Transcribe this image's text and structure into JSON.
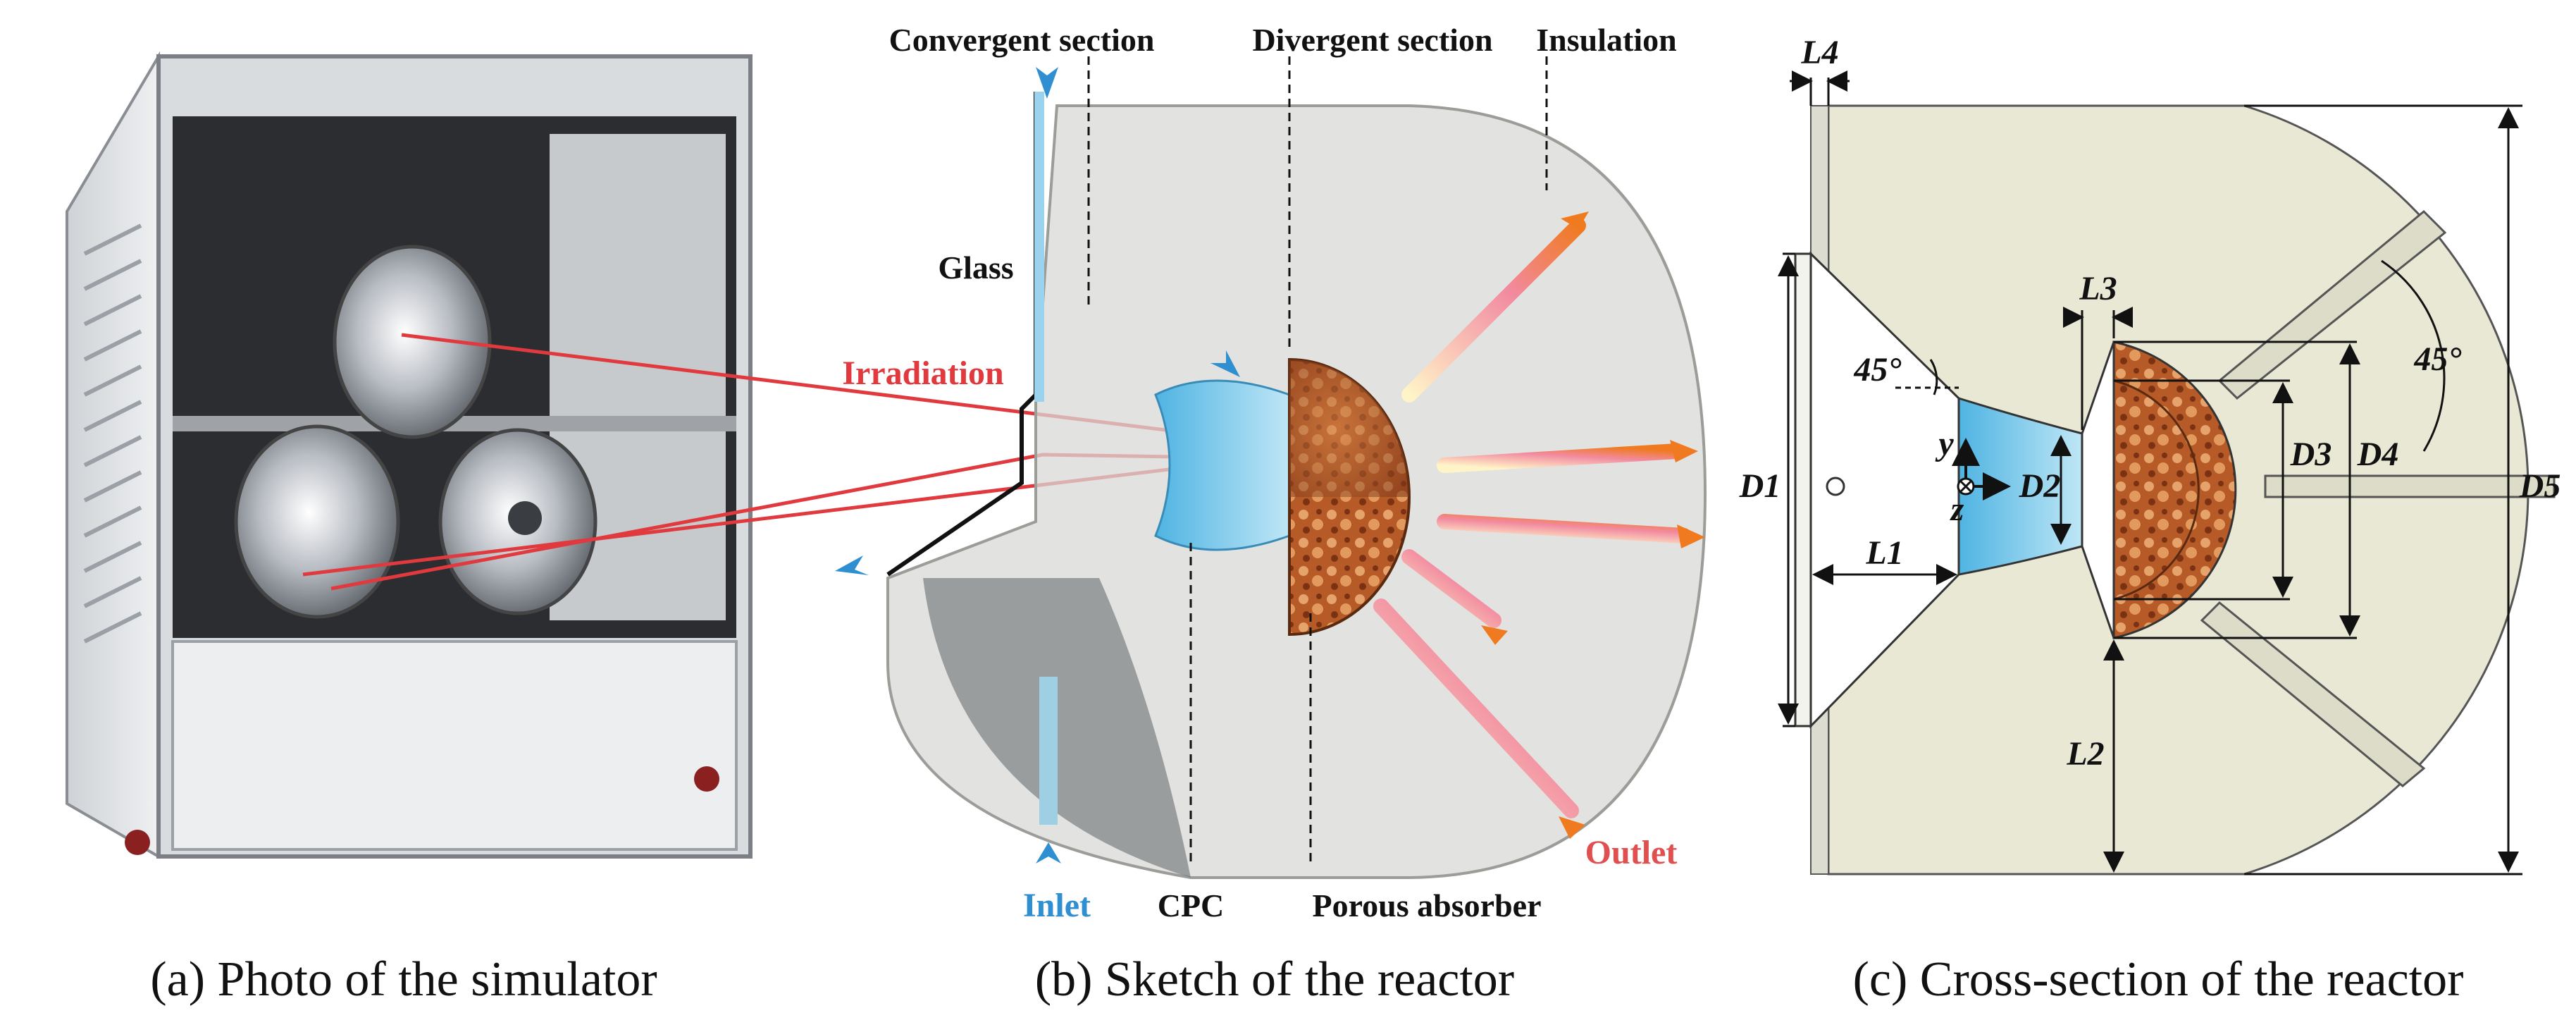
{
  "panel_a": {
    "caption": "(a) Photo of the simulator"
  },
  "panel_b": {
    "caption": "(b) Sketch of the reactor",
    "labels": {
      "convergent": "Convergent section",
      "divergent": "Divergent section",
      "insulation": "Insulation",
      "glass": "Glass",
      "irradiation": "Irradiation",
      "inlet": "Inlet",
      "cpc": "CPC",
      "porous": "Porous absorber",
      "outlet": "Outlet"
    }
  },
  "panel_c": {
    "caption": "(c) Cross-section of the reactor",
    "dims": {
      "L4": "L4",
      "L3": "L3",
      "L1": "L1",
      "L2": "L2",
      "D1": "D1",
      "D2": "D2",
      "D3": "D3",
      "D4": "D4",
      "D5": "D5",
      "angle_left": "45°",
      "angle_right": "45°",
      "axis_y": "y",
      "axis_z": "z"
    }
  },
  "colors": {
    "irradiation_red": "#e0393e",
    "outlet_red": "#e05050",
    "inlet_blue": "#2f8fd0",
    "insulation_fill": "#e9e8d5",
    "porous_brown": "#a6542a",
    "cpc_blue": "#5cc0e6"
  },
  "icons": {
    "flow_arrow": "arrow-icon",
    "axis_x_out": "circle-x-icon"
  }
}
